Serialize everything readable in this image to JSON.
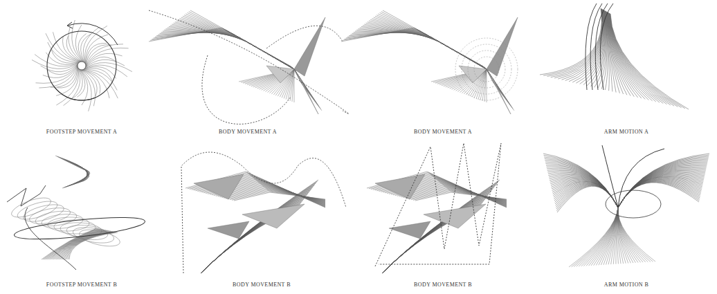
{
  "diagram": {
    "labels": [
      "FOOTSTEP MOVEMENT A",
      "BODY MOVEMENT A",
      "BODY MOVEMENT A",
      "ARM MOTION A",
      "FOOTSTEP MOVEMENT B",
      "BODY MOVEMENT B",
      "BODY MOVEMENT B",
      "ARM MOTION B"
    ]
  }
}
